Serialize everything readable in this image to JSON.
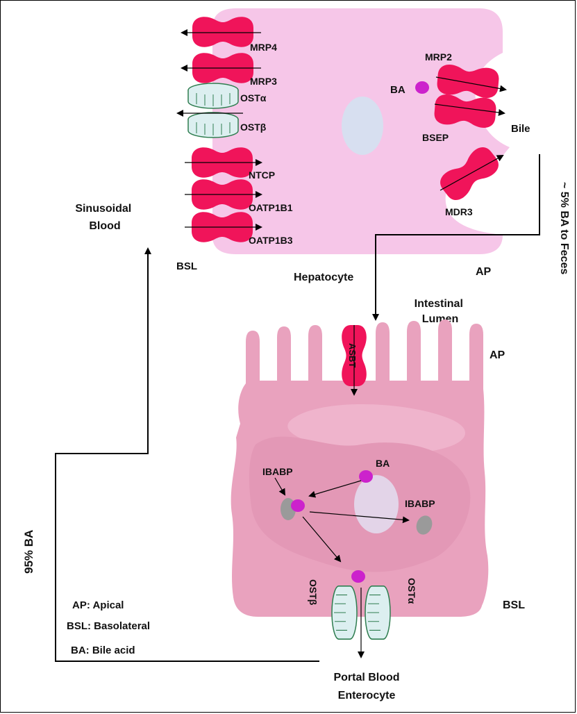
{
  "transporters": {
    "mrp4": "MRP4",
    "mrp3": "MRP3",
    "ost_alpha": "OSTα",
    "ost_beta": "OSTβ",
    "ntcp": "NTCP",
    "oatp1b1": "OATP1B1",
    "oatp1b3": "OATP1B3",
    "mrp2": "MRP2",
    "bsep": "BSEP",
    "mdr3": "MDR3",
    "asbt": "ASBT",
    "ibabp": "IBABP"
  },
  "labels": {
    "ba": "BA",
    "bile": "Bile",
    "sinusoidal_blood": [
      "Sinusoidal",
      "Blood"
    ],
    "bsl": "BSL",
    "ap": "AP",
    "hepatocyte": "Hepatocyte",
    "intestinal_lumen": [
      "Intestinal",
      "Lumen"
    ],
    "feces": "~ 5% BA to Feces",
    "recycle": "95% BA",
    "portal_blood": "Portal Blood",
    "enterocyte": "Enterocyte"
  },
  "legend": [
    "AP: Apical",
    "BSL: Basolateral",
    "BA: Bile acid"
  ],
  "colors": {
    "hepatocyte_fill": "#f6c6e8",
    "enterocyte_fill": "#e9a2be",
    "transporter": "#f0145a",
    "bile_acid": "#cc22cc",
    "ibabp": "#9a9a9a",
    "ost_channel": "#dceff0",
    "nucleus": "#d7dff0"
  }
}
